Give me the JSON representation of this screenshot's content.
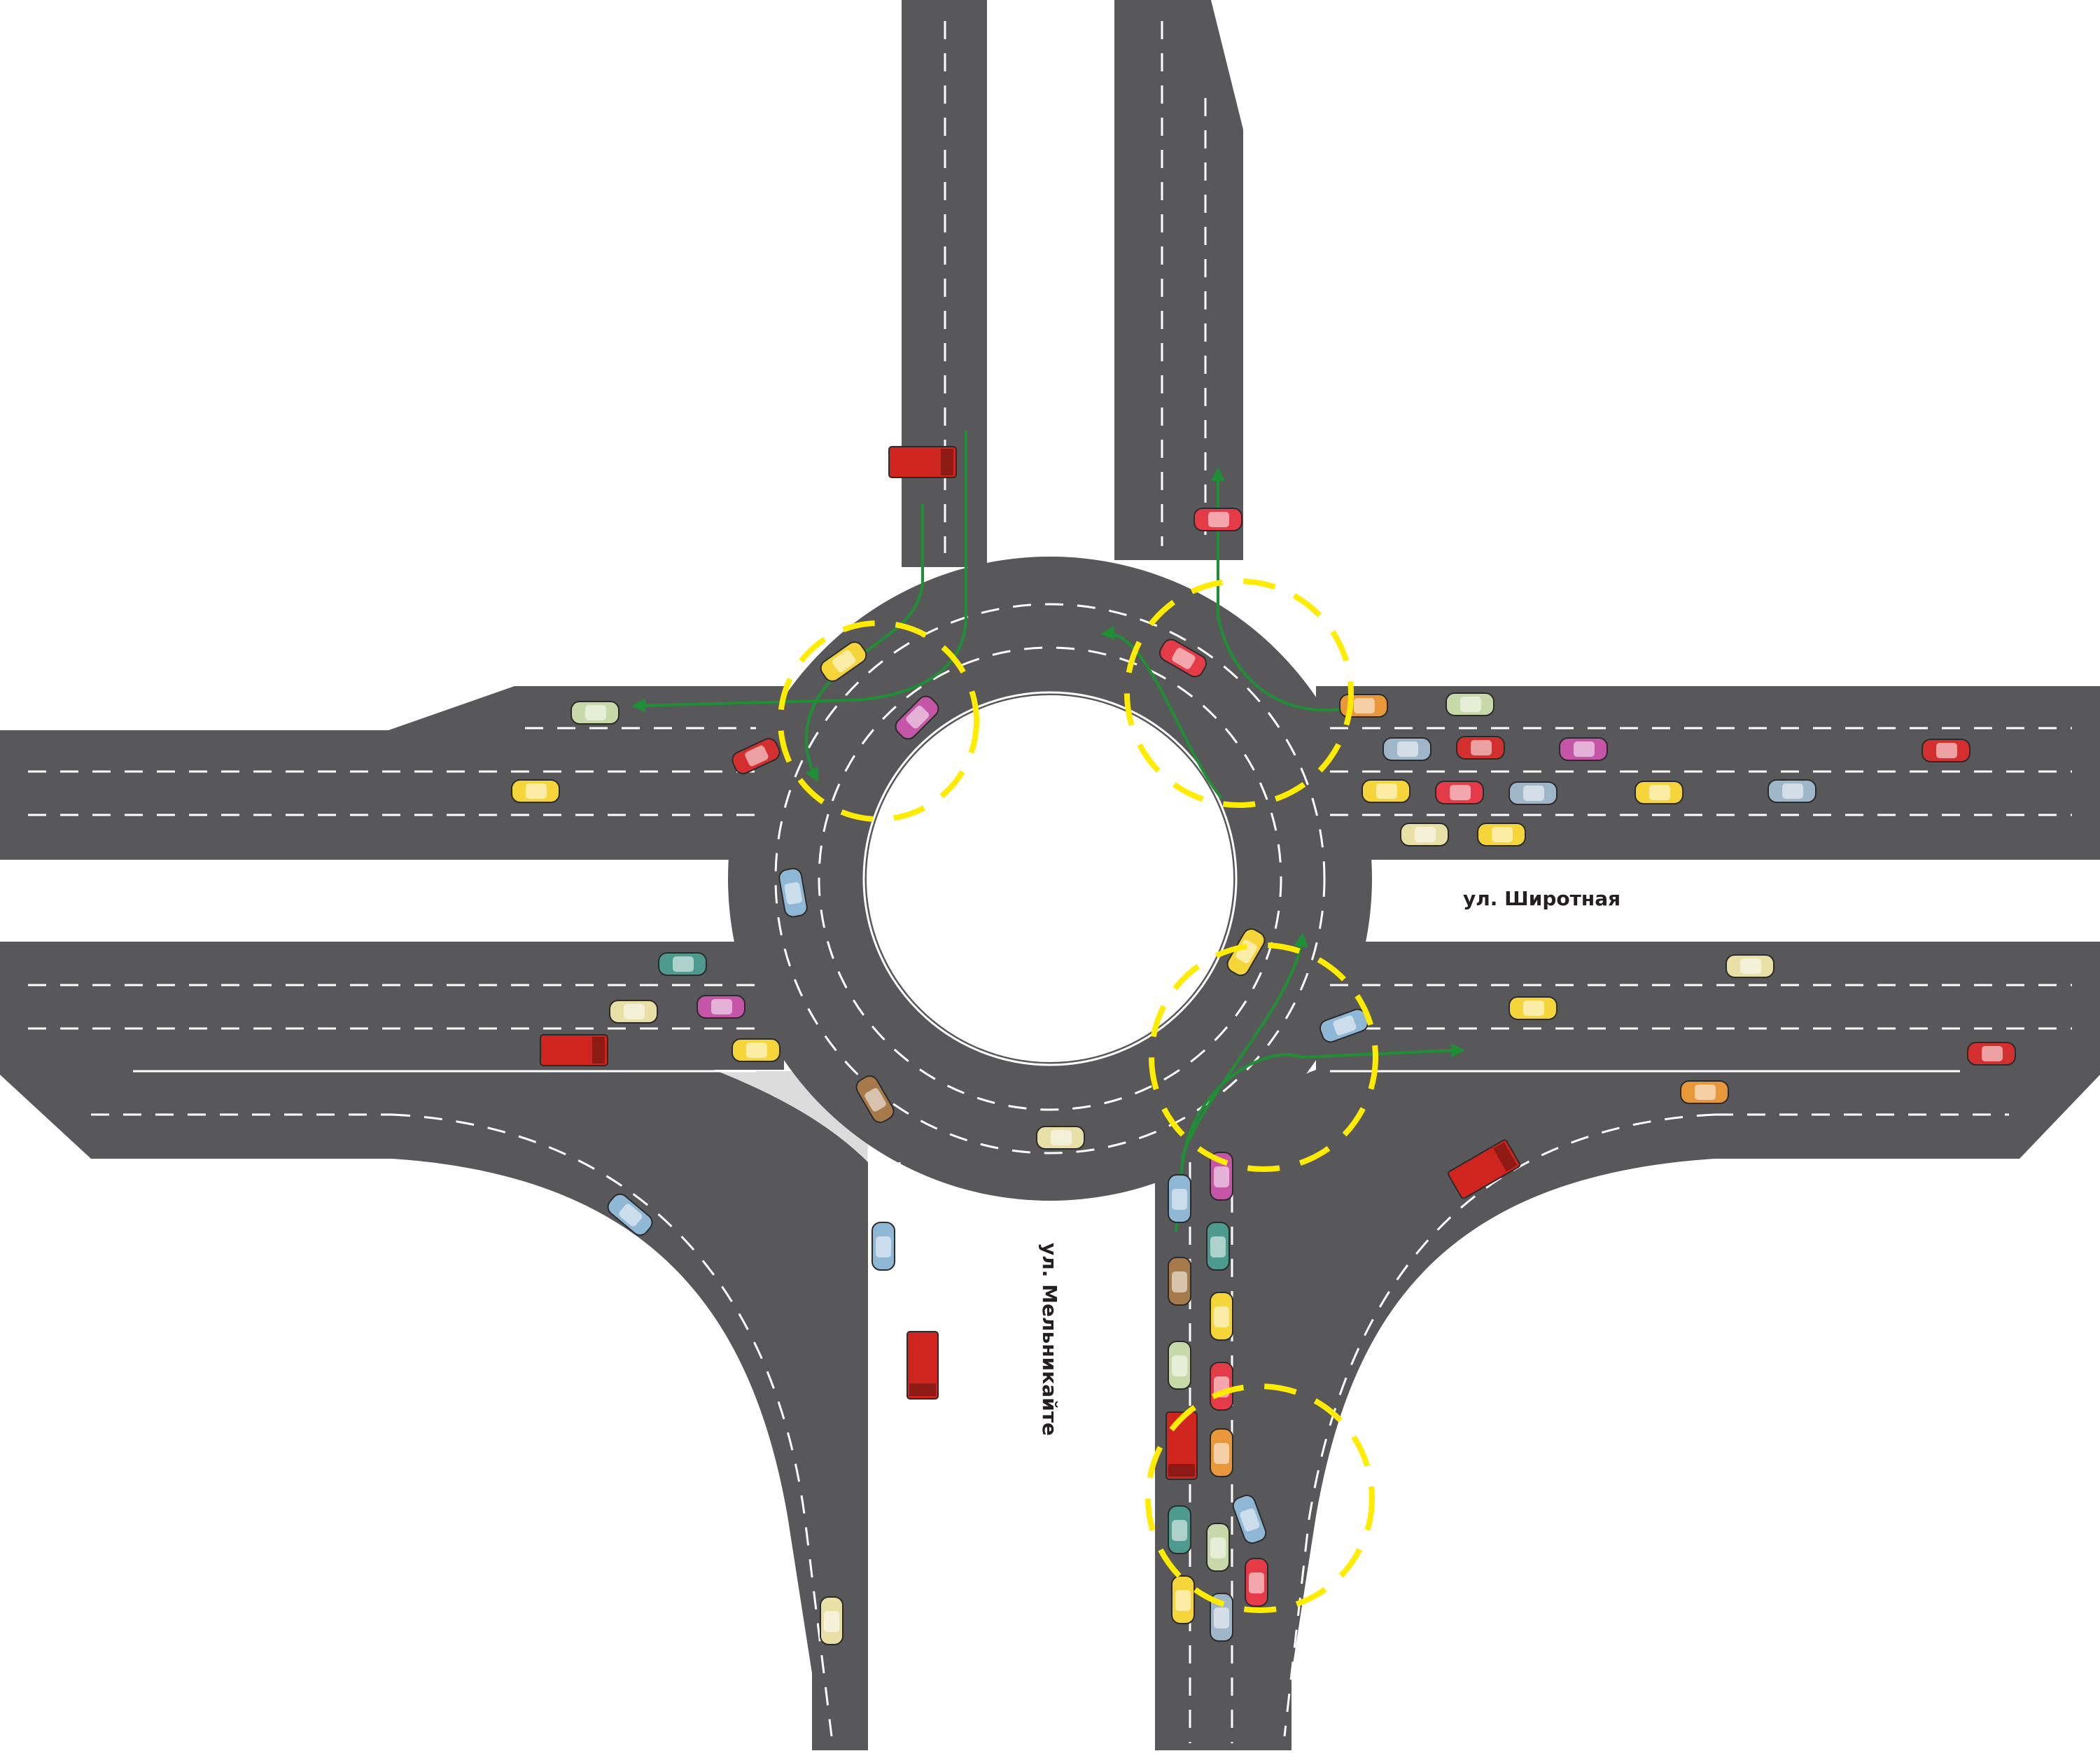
{
  "streets": {
    "horizontal_name": "ул. Широтная",
    "vertical_name": "ул. Мельникайте"
  },
  "colors": {
    "road": "#58585a",
    "island": "#dcdcdc",
    "lane_marking": "#ffffff",
    "route_arrow": "#1f8f36",
    "conflict_zone": "#ffec00",
    "label": "#231f20"
  },
  "conflict_zones": 4,
  "route_arrows": 6,
  "vehicle_palette": [
    "#f6d53b",
    "#e53b48",
    "#c7d9a8",
    "#9fb6c9",
    "#c455a7",
    "#e8983b",
    "#4d9a8f",
    "#d32f2f",
    "#a77a4c",
    "#e9e0a8",
    "#8fb7d6",
    "#b07fb5"
  ]
}
